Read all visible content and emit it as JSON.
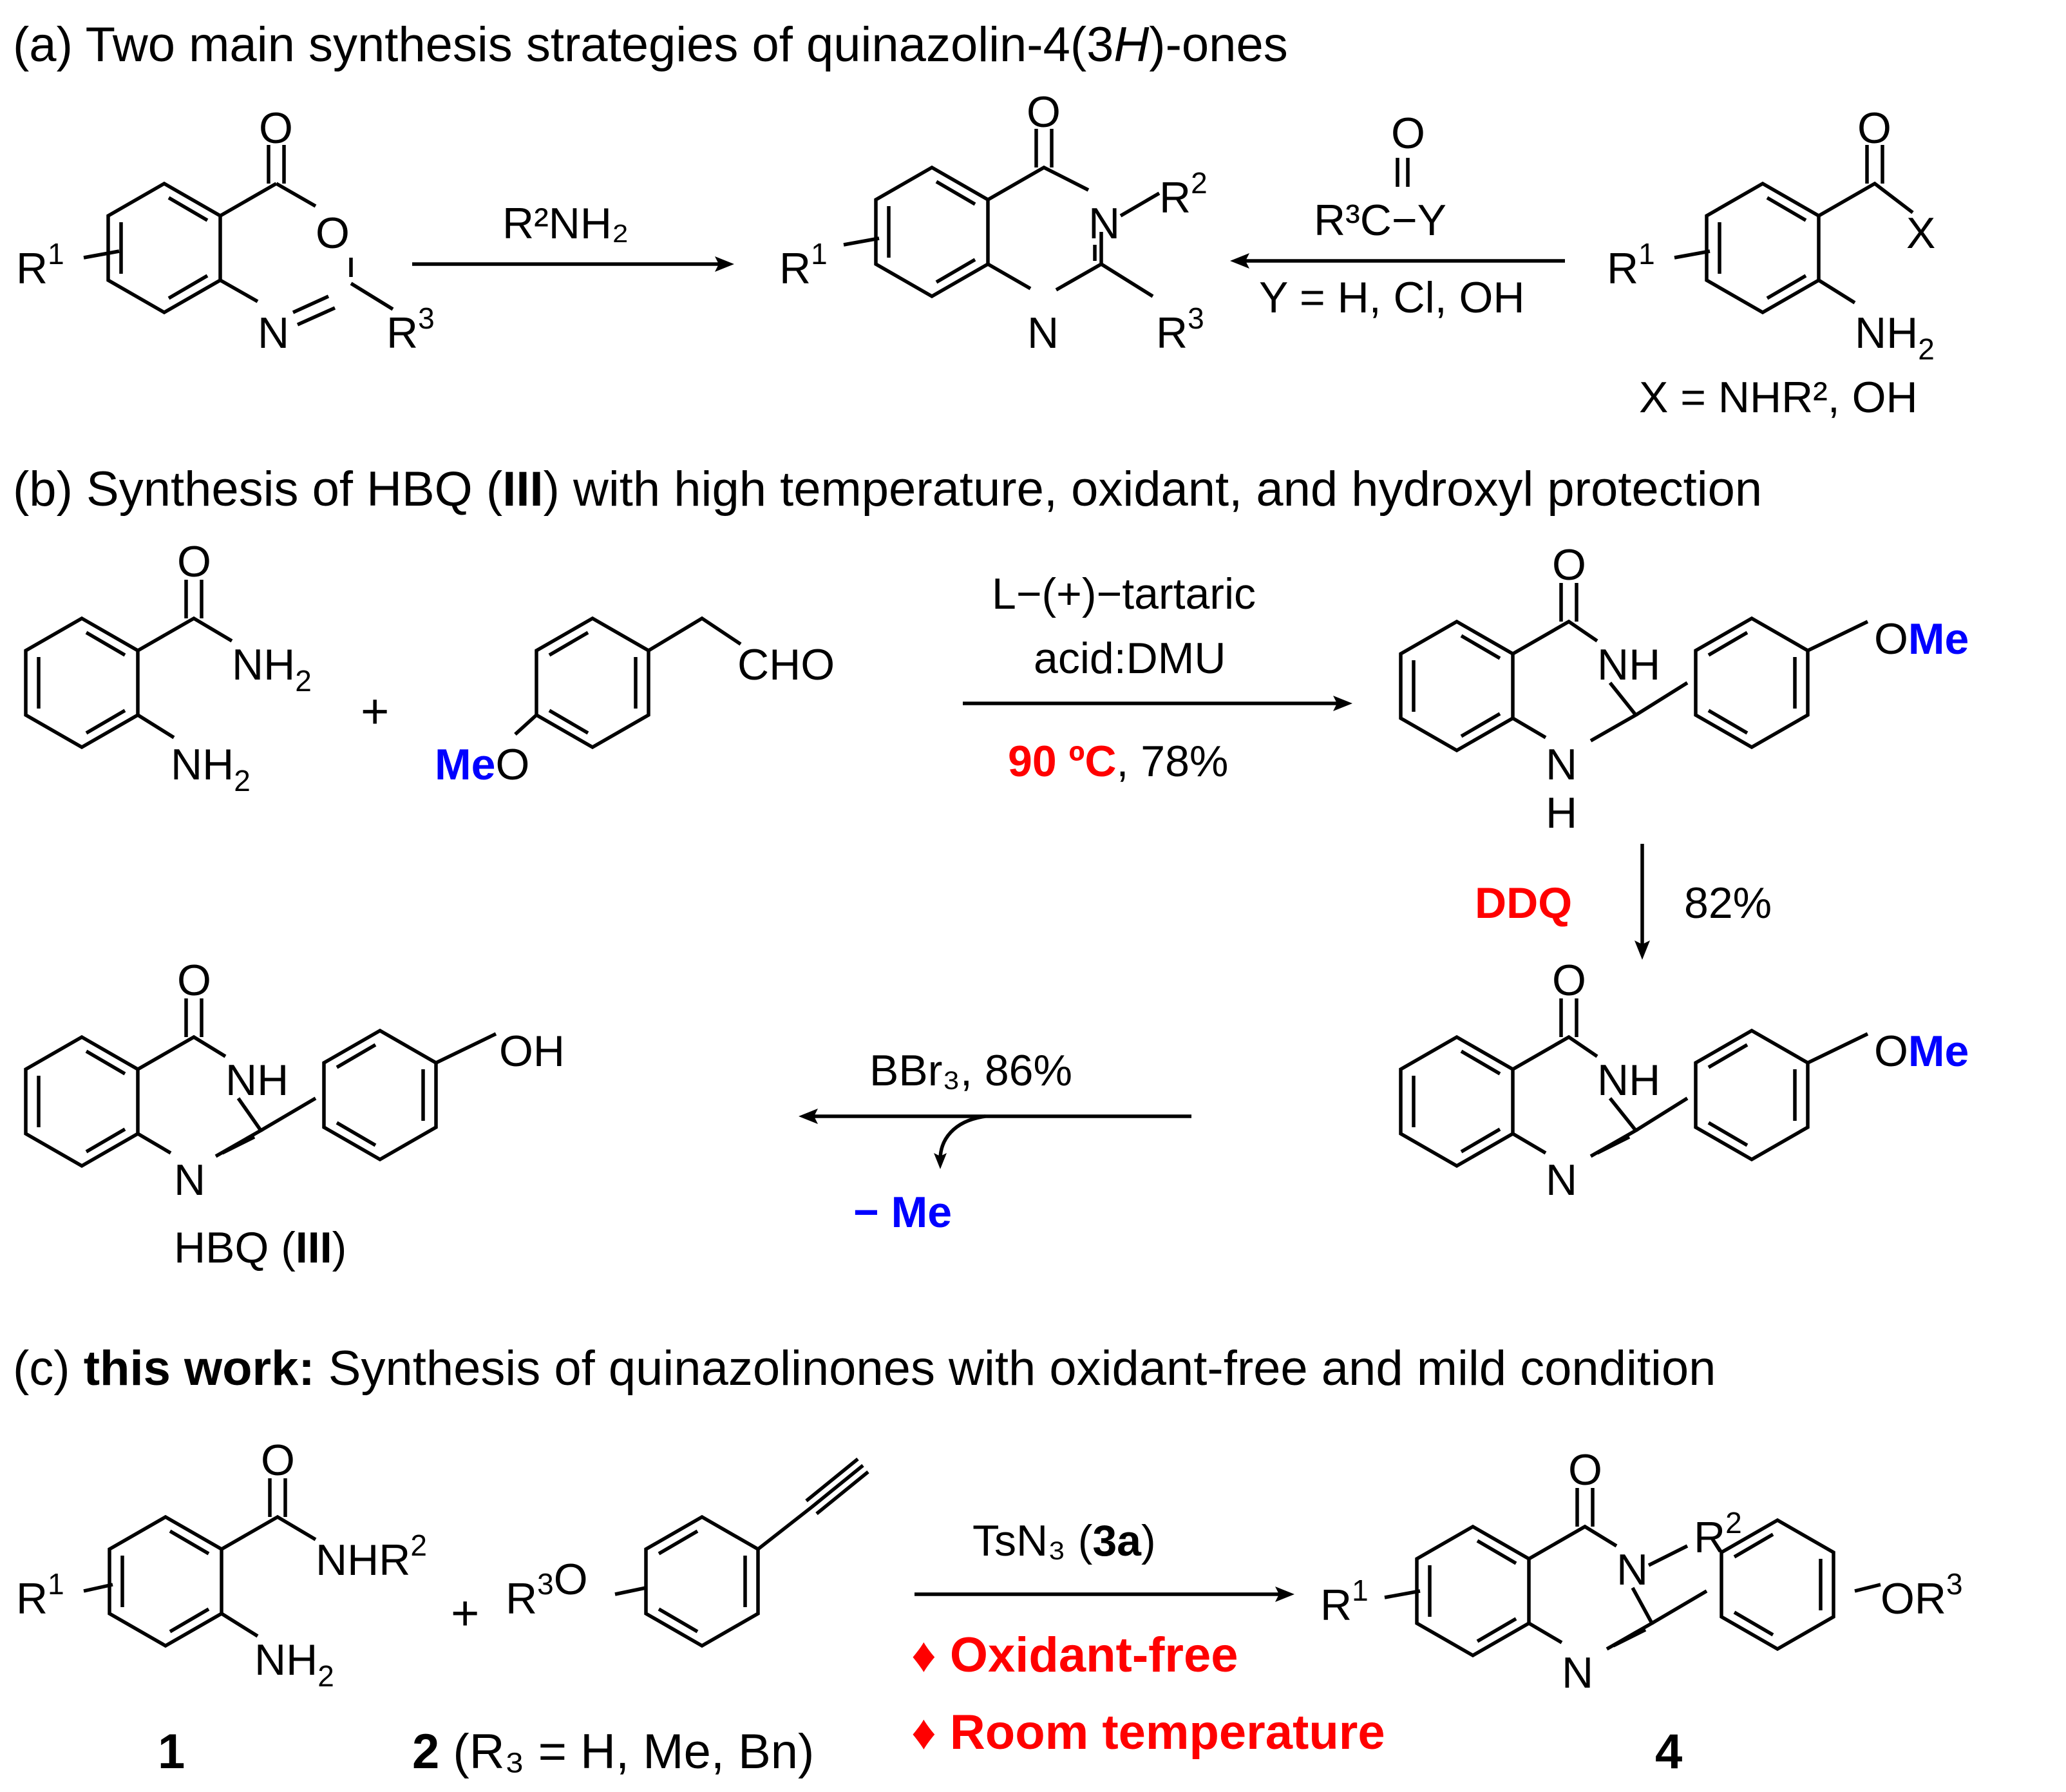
{
  "sections": {
    "a": {
      "title_pre": "(a) Two main synthesis strategies of quinazolin-4(3",
      "title_italic": "H",
      "title_post": ")-ones",
      "reagent_amine": "R²NH₂",
      "reagent_acyl": "R³C−Y",
      "reagent_acyl_note": "Y = H, Cl, OH",
      "start_note": "X = NHR², OH"
    },
    "b": {
      "title_pre": "(b) Synthesis of HBQ (",
      "title_bold": "III",
      "title_post": ") with high temperature, oxidant, and hydroxyl protection",
      "cond_line1": "L−(+)−tartaric",
      "cond_line2": "acid:DMU",
      "cond_temp": "90 ºC",
      "cond_yield": ", 78%",
      "oxidant": "DDQ",
      "oxid_yield": "82%",
      "deprot_reagent": "BBr₃, 86%",
      "deprot_loss": "− Me",
      "product_label_pre": "HBQ (",
      "product_label_bold": "III",
      "product_label_post": ")"
    },
    "c": {
      "title_pre": "(c) ",
      "title_bold": "this work:",
      "title_post": " Synthesis of quinazolinones with oxidant-free and mild condition",
      "reagent": "TsN₃ (",
      "reagent_bold": "3a",
      "reagent_close": ")",
      "feature1": "♦ Oxidant-free",
      "feature2": "♦ Room temperature",
      "label1": "1",
      "label2": "2",
      "label2_note": " (R₃ = H, Me, Bn)",
      "label4": "4"
    }
  },
  "colors": {
    "accent_red": "#ff0000",
    "accent_blue": "#0000ff",
    "ink": "#000000"
  }
}
